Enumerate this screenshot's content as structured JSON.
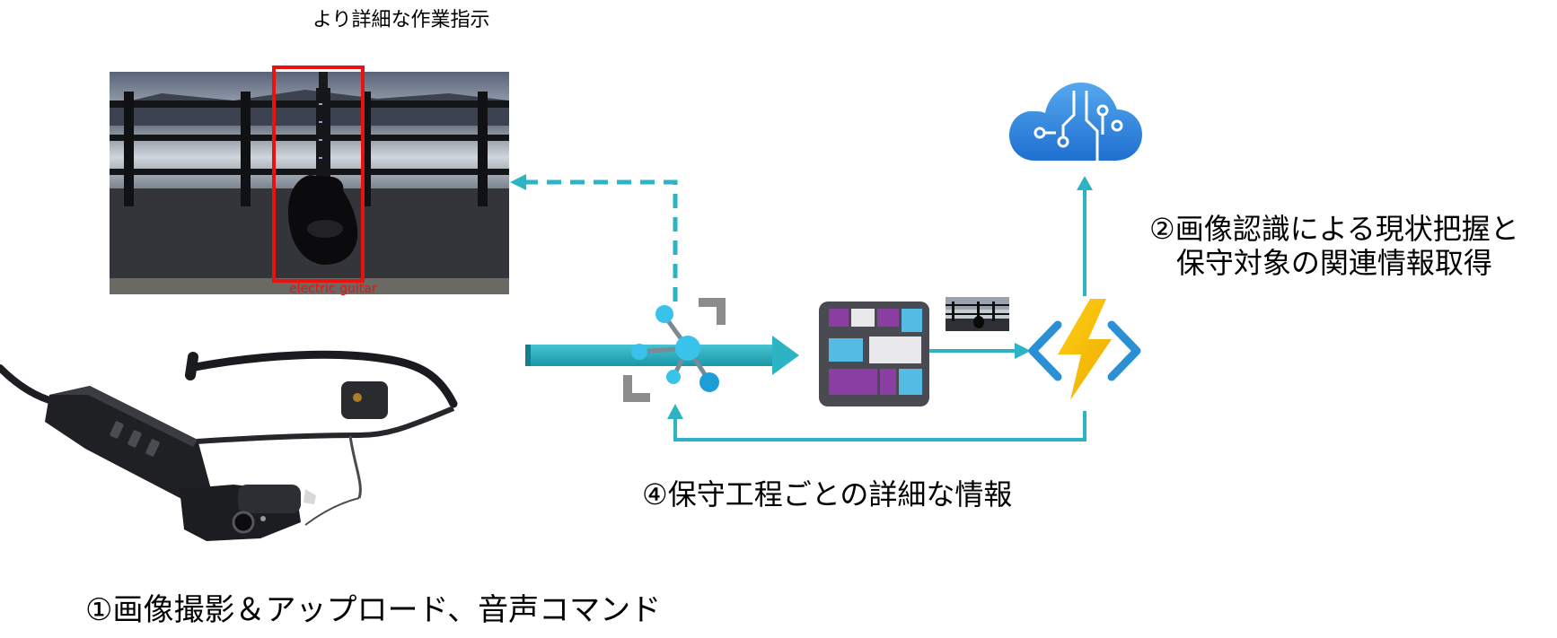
{
  "captions": {
    "top": "より詳細な作業指示",
    "step1": "①画像撮影＆アップロード、音声コマンド",
    "step2_line1": "②画像認識による現状把握と",
    "step2_line2": "保守対象の関連情報取得",
    "step4": "④保守工程ごとの詳細な情報"
  },
  "photo": {
    "detection_label": "electric guitar"
  },
  "colors": {
    "teal": "#2cb3c4",
    "detection_box": "#e8130e"
  },
  "icons": [
    "smart-glasses-icon",
    "iot-hub-icon",
    "storage-grid-icon",
    "function-bolt-icon",
    "cognitive-cloud-icon"
  ]
}
